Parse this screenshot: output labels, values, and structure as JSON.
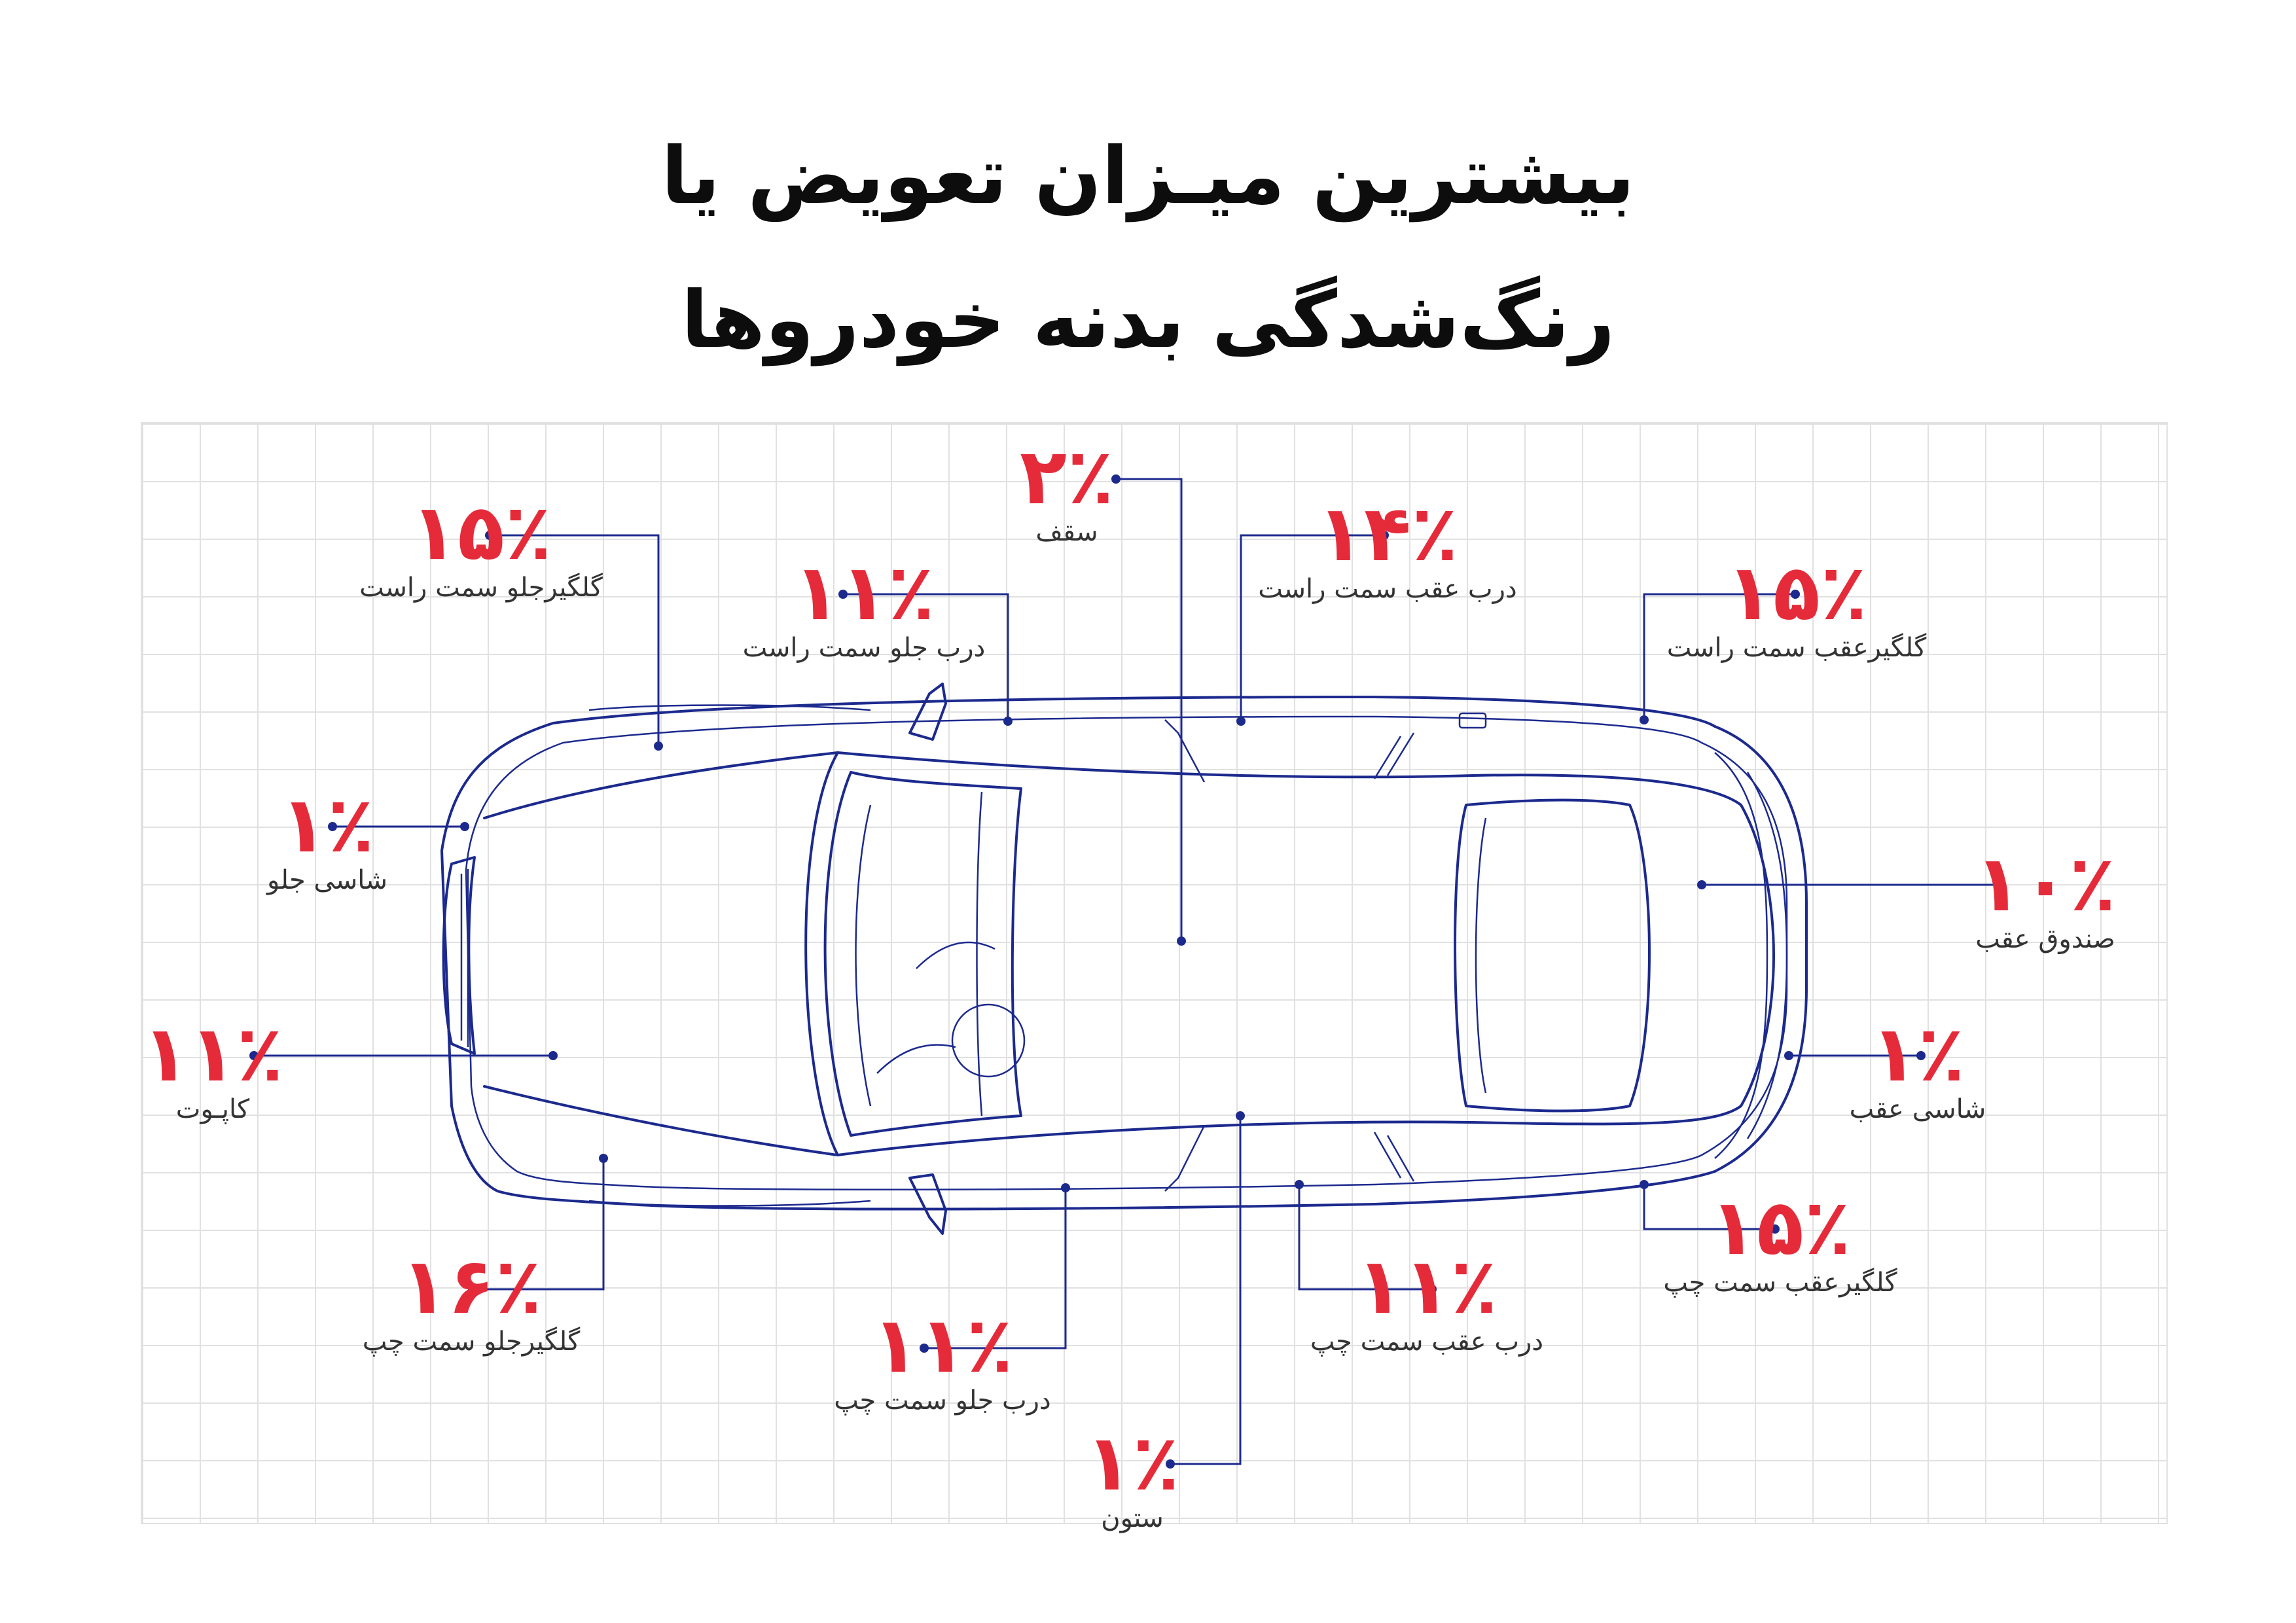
{
  "title": {
    "line1": "بیشترین میـزان تعویض یا",
    "line2": "رنگ‌شدگی بدنه خودروها"
  },
  "colors": {
    "accent": "#e52b3a",
    "line": "#1c2a8e",
    "grid": "#e1e1e1"
  },
  "callouts": [
    {
      "id": "roof",
      "value": "۲٪",
      "label": "سقف"
    },
    {
      "id": "front-fender-right",
      "value": "۱۵٪",
      "label": "گلگیرجلو سمت راست"
    },
    {
      "id": "front-door-right",
      "value": "۱۱٪",
      "label": "درب جلو سمت راست"
    },
    {
      "id": "rear-door-right",
      "value": "۱۴٪",
      "label": "درب عقب سمت راست"
    },
    {
      "id": "rear-fender-right",
      "value": "۱۵٪",
      "label": "گلگیرعقب سمت راست"
    },
    {
      "id": "front-chassis",
      "value": "۱٪",
      "label": "شاسی جلو"
    },
    {
      "id": "trunk",
      "value": "۱۰٪",
      "label": "صندوق عقب"
    },
    {
      "id": "hood",
      "value": "۱۱٪",
      "label": "کاپـوت"
    },
    {
      "id": "rear-chassis",
      "value": "۱٪",
      "label": "شاسی عقب"
    },
    {
      "id": "front-fender-left",
      "value": "۱۶٪",
      "label": "گلگیرجلو سمت چپ"
    },
    {
      "id": "rear-fender-left",
      "value": "۱۵٪",
      "label": "گلگیرعقب سمت چپ"
    },
    {
      "id": "front-door-left",
      "value": "۱۱٪",
      "label": "درب جلو سمت چپ"
    },
    {
      "id": "rear-door-left",
      "value": "۱۱٪",
      "label": "درب عقب سمت چپ"
    },
    {
      "id": "pillar",
      "value": "۱٪",
      "label": "ستون"
    }
  ]
}
